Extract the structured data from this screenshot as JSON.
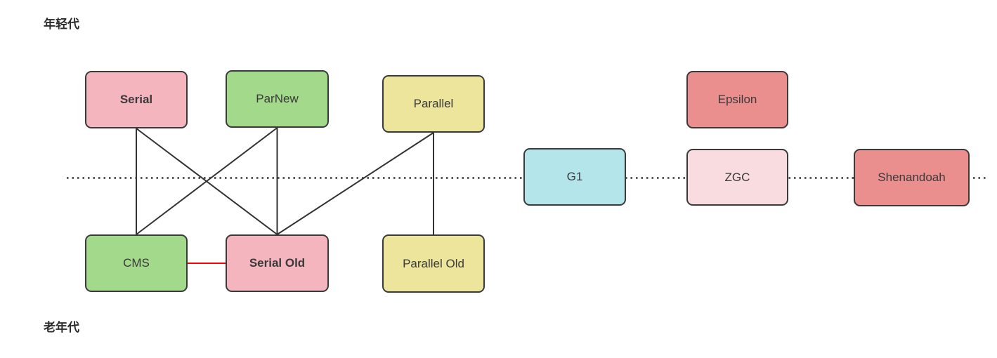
{
  "diagram": {
    "labels": {
      "young_generation": "年轻代",
      "old_generation": "老年代"
    },
    "nodes": [
      {
        "id": "serial",
        "label": "Serial",
        "fill": "#f5b5be",
        "bold": true
      },
      {
        "id": "parnew",
        "label": "ParNew",
        "fill": "#a3d98a",
        "bold": false
      },
      {
        "id": "parallel",
        "label": "Parallel",
        "fill": "#ece59b",
        "bold": false
      },
      {
        "id": "epsilon",
        "label": "Epsilon",
        "fill": "#ea8e8e",
        "bold": false
      },
      {
        "id": "g1",
        "label": "G1",
        "fill": "#b3e5eb",
        "bold": false
      },
      {
        "id": "zgc",
        "label": "ZGC",
        "fill": "#f8dce0",
        "bold": false
      },
      {
        "id": "shenandoah",
        "label": "Shenandoah",
        "fill": "#ea8e8e",
        "bold": false
      },
      {
        "id": "cms",
        "label": "CMS",
        "fill": "#a3d98a",
        "bold": false
      },
      {
        "id": "serial_old",
        "label": "Serial Old",
        "fill": "#f5b5be",
        "bold": true
      },
      {
        "id": "parallel_old",
        "label": "Parallel Old",
        "fill": "#ece59b",
        "bold": false
      }
    ],
    "edges": [
      {
        "from": "serial",
        "to": "cms",
        "color": "#333333"
      },
      {
        "from": "serial",
        "to": "serial_old",
        "color": "#333333"
      },
      {
        "from": "parnew",
        "to": "cms",
        "color": "#333333"
      },
      {
        "from": "parnew",
        "to": "serial_old",
        "color": "#333333"
      },
      {
        "from": "parallel",
        "to": "serial_old",
        "color": "#333333"
      },
      {
        "from": "parallel",
        "to": "parallel_old",
        "color": "#333333"
      },
      {
        "from": "cms",
        "to": "serial_old",
        "color": "#ff0000"
      }
    ],
    "divider": {
      "style": "dotted",
      "color": "#333333"
    }
  }
}
